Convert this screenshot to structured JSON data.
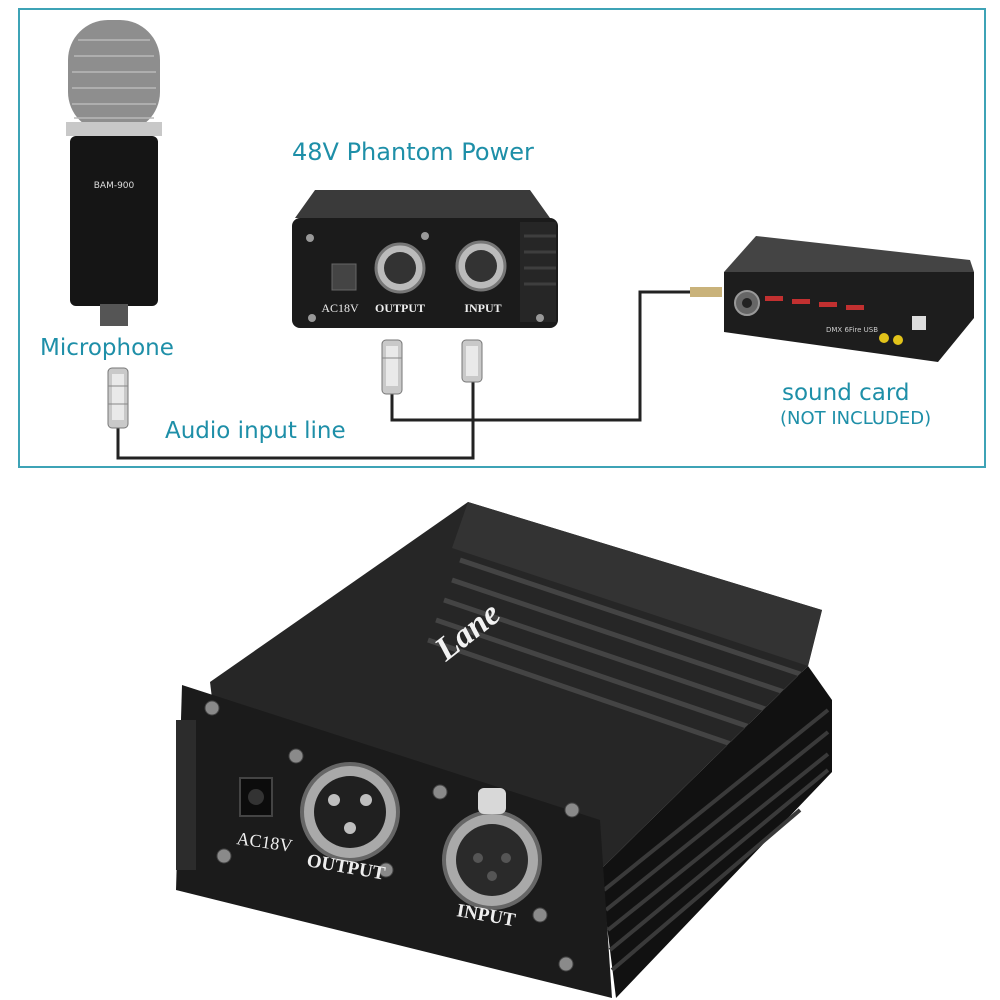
{
  "diagram": {
    "title": "48V Phantom Power",
    "microphone_label": "Microphone",
    "audio_line_label": "Audio input line",
    "sound_card_label": "sound card",
    "sound_card_note": "(NOT INCLUDED)",
    "mic_model_text": "BAM-900",
    "small_box": {
      "port_power": "AC18V",
      "port_output": "OUTPUT",
      "port_input": "INPUT"
    },
    "sound_card_brand_text": "DMX 6Fire USB"
  },
  "product": {
    "brand_logo": "Lane",
    "port_power": "AC18V",
    "port_output": "OUTPUT",
    "port_input": "INPUT"
  },
  "colors": {
    "accent": "#1e8fa8",
    "frame": "#3ea3b6",
    "device": "#1a1a1a",
    "cable": "#222222"
  }
}
